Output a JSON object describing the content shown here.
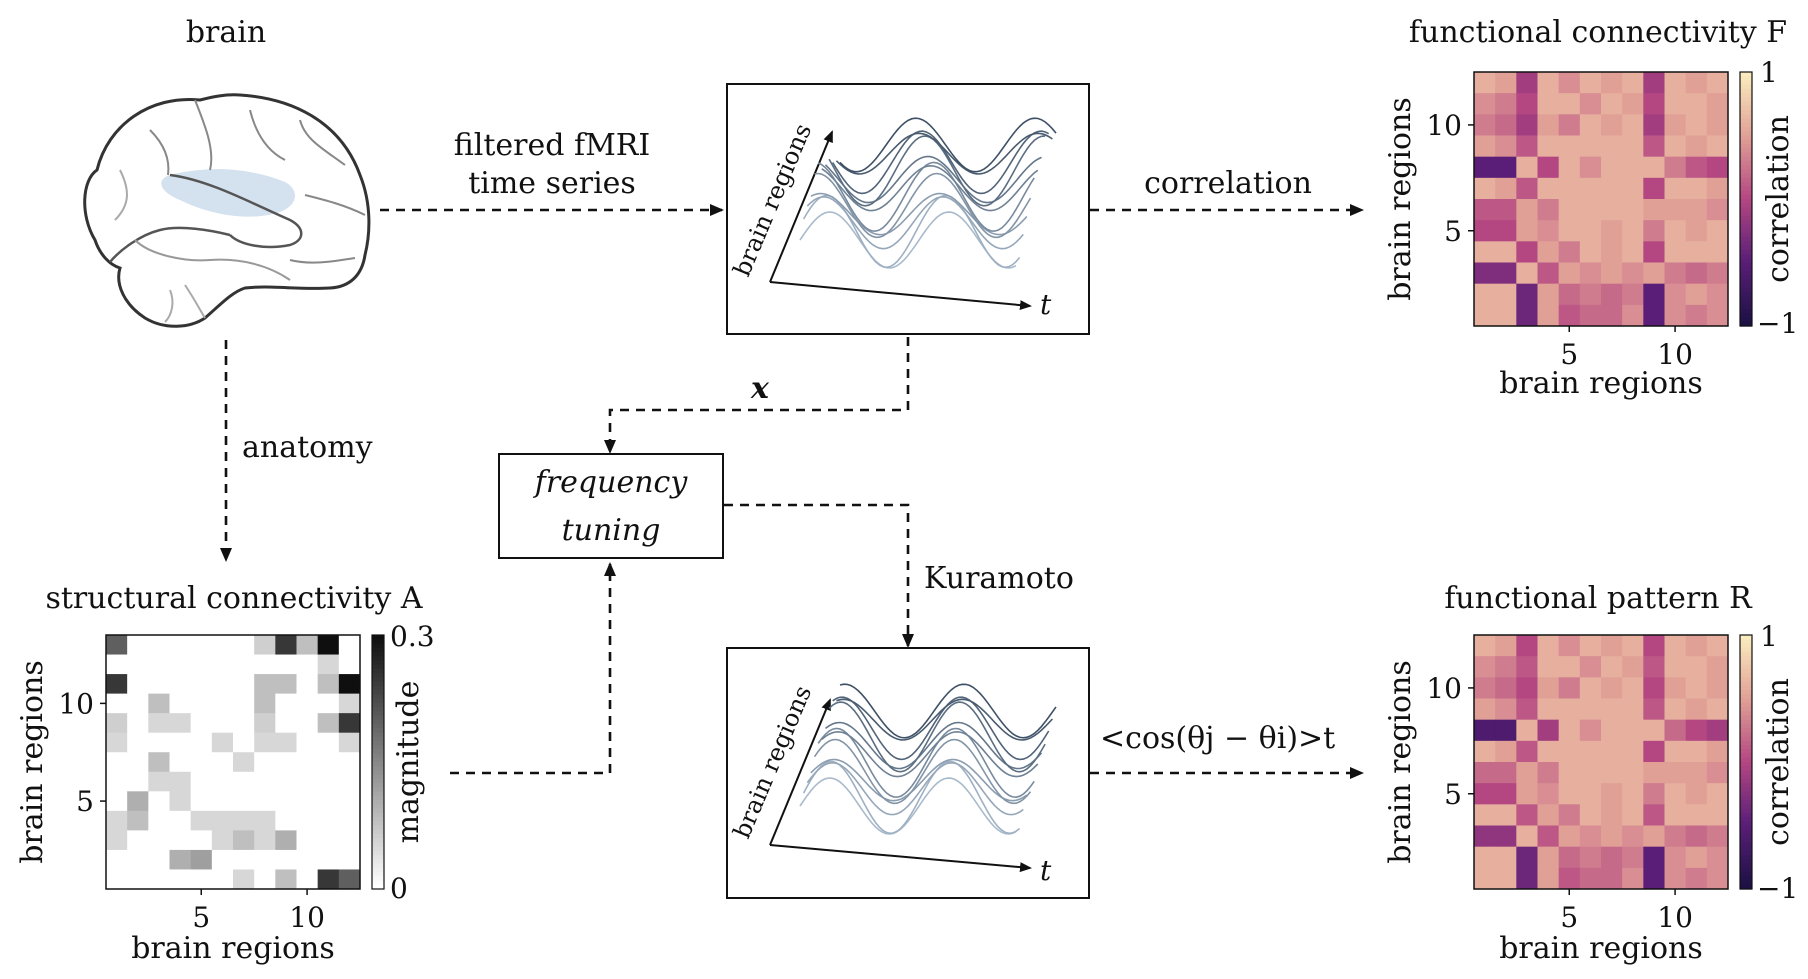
{
  "brain": {
    "title": "brain"
  },
  "edges": {
    "filtered": {
      "line1": "filtered fMRI",
      "line2": "time series"
    },
    "correlation": "correlation",
    "anatomy": "anatomy",
    "x": "x",
    "kuramoto": "Kuramoto",
    "cos_label": "<cos(θj − θi)>t"
  },
  "timeseries_top": {
    "ylabel": "brain regions",
    "xlabel": "t"
  },
  "timeseries_bottom": {
    "ylabel": "brain regions",
    "xlabel": "t"
  },
  "tuning_box": {
    "line1": "frequency",
    "line2": "tuning"
  },
  "colors": {
    "arrow": "#111111",
    "brain_outline": "#333333",
    "brain_sulci": "#888888",
    "brain_highlight": "#c9d9ea",
    "trace_dark": "#3f5166",
    "trace_light": "#a8bacb"
  },
  "chart_data": [
    {
      "type": "heatmap",
      "title": "functional connectivity F",
      "xlabel": "brain regions",
      "ylabel": "brain regions",
      "xticks": [
        "5",
        "10"
      ],
      "yticks": [
        "5",
        "10"
      ],
      "colorbar": {
        "label": "correlation",
        "min": "−1",
        "max": "1",
        "vmin": -1,
        "vmax": 1,
        "colormap": "magma"
      },
      "values": [
        [
          0.6,
          0.5,
          -0.1,
          0.6,
          0.4,
          0.6,
          0.5,
          0.6,
          -0.1,
          0.6,
          0.5,
          0.6
        ],
        [
          0.4,
          0.3,
          0.0,
          0.6,
          0.6,
          0.4,
          0.6,
          0.5,
          0.0,
          0.6,
          0.6,
          0.5
        ],
        [
          0.3,
          0.2,
          -0.1,
          0.5,
          0.3,
          0.6,
          0.5,
          0.6,
          -0.1,
          0.5,
          0.6,
          0.5
        ],
        [
          0.5,
          0.4,
          0.1,
          0.6,
          0.6,
          0.6,
          0.6,
          0.6,
          0.1,
          0.6,
          0.5,
          0.6
        ],
        [
          -0.5,
          -0.5,
          0.6,
          0.0,
          0.6,
          0.4,
          0.6,
          0.6,
          0.6,
          0.3,
          0.1,
          0.0
        ],
        [
          0.6,
          0.5,
          0.1,
          0.6,
          0.6,
          0.6,
          0.6,
          0.6,
          0.0,
          0.6,
          0.6,
          0.5
        ],
        [
          0.1,
          0.1,
          0.5,
          0.3,
          0.6,
          0.6,
          0.6,
          0.6,
          0.5,
          0.5,
          0.5,
          0.4
        ],
        [
          0.0,
          0.0,
          0.5,
          0.4,
          0.6,
          0.6,
          0.5,
          0.6,
          0.3,
          0.6,
          0.5,
          0.6
        ],
        [
          0.6,
          0.6,
          0.0,
          0.5,
          0.3,
          0.6,
          0.5,
          0.6,
          0.0,
          0.6,
          0.6,
          0.6
        ],
        [
          -0.3,
          -0.3,
          0.6,
          0.1,
          0.5,
          0.4,
          0.5,
          0.4,
          0.5,
          0.3,
          0.2,
          0.3
        ],
        [
          0.6,
          0.6,
          -0.4,
          0.5,
          0.2,
          0.3,
          0.2,
          0.3,
          -0.5,
          0.4,
          0.5,
          0.4
        ],
        [
          0.6,
          0.6,
          -0.4,
          0.5,
          0.1,
          0.2,
          0.2,
          0.4,
          -0.5,
          0.4,
          0.3,
          0.4
        ]
      ]
    },
    {
      "type": "heatmap",
      "title": "structural connectivity A",
      "xlabel": "brain regions",
      "ylabel": "brain regions",
      "xticks": [
        "5",
        "10"
      ],
      "yticks": [
        "5",
        "10"
      ],
      "colorbar": {
        "label": "magnitude",
        "min": "0",
        "max": "0.3",
        "vmin": 0,
        "vmax": 0.3,
        "colormap": "greys"
      },
      "values": [
        [
          0.2,
          0,
          0,
          0,
          0,
          0,
          0,
          0.06,
          0.25,
          0.08,
          0.3,
          0
        ],
        [
          0,
          0,
          0,
          0,
          0,
          0,
          0,
          0,
          0,
          0,
          0.05,
          0
        ],
        [
          0.25,
          0,
          0,
          0,
          0,
          0,
          0,
          0.08,
          0.08,
          0,
          0.08,
          0.3
        ],
        [
          0,
          0,
          0.08,
          0,
          0,
          0,
          0,
          0.08,
          0,
          0,
          0,
          0.05
        ],
        [
          0.06,
          0,
          0.05,
          0.05,
          0,
          0,
          0,
          0.06,
          0,
          0,
          0.08,
          0.25
        ],
        [
          0.05,
          0,
          0,
          0,
          0,
          0.05,
          0,
          0.05,
          0.05,
          0,
          0,
          0.05
        ],
        [
          0,
          0,
          0.08,
          0,
          0,
          0,
          0.05,
          0,
          0,
          0,
          0,
          0
        ],
        [
          0,
          0,
          0.05,
          0.05,
          0,
          0,
          0,
          0,
          0,
          0,
          0,
          0
        ],
        [
          0,
          0.1,
          0,
          0.05,
          0,
          0,
          0,
          0,
          0,
          0,
          0,
          0
        ],
        [
          0.05,
          0.08,
          0,
          0,
          0.05,
          0.05,
          0.05,
          0.05,
          0,
          0,
          0,
          0
        ],
        [
          0.05,
          0,
          0,
          0,
          0,
          0.05,
          0.08,
          0.05,
          0.1,
          0,
          0,
          0
        ],
        [
          0,
          0,
          0,
          0.1,
          0.12,
          0,
          0,
          0,
          0,
          0,
          0,
          0
        ],
        [
          0,
          0,
          0,
          0,
          0,
          0,
          0.05,
          0,
          0.08,
          0,
          0.25,
          0.2
        ]
      ]
    },
    {
      "type": "heatmap",
      "title": "functional pattern R",
      "xlabel": "brain regions",
      "ylabel": "brain regions",
      "xticks": [
        "5",
        "10"
      ],
      "yticks": [
        "5",
        "10"
      ],
      "colorbar": {
        "label": "correlation",
        "min": "−1",
        "max": "1",
        "vmin": -1,
        "vmax": 1,
        "colormap": "magma"
      },
      "values": [
        [
          0.6,
          0.5,
          0.0,
          0.6,
          0.4,
          0.6,
          0.5,
          0.6,
          0.0,
          0.6,
          0.5,
          0.6
        ],
        [
          0.4,
          0.3,
          0.1,
          0.6,
          0.6,
          0.4,
          0.6,
          0.5,
          0.1,
          0.6,
          0.6,
          0.5
        ],
        [
          0.3,
          0.2,
          0.0,
          0.5,
          0.3,
          0.6,
          0.5,
          0.6,
          0.0,
          0.5,
          0.6,
          0.5
        ],
        [
          0.5,
          0.4,
          0.1,
          0.6,
          0.6,
          0.6,
          0.6,
          0.6,
          0.1,
          0.6,
          0.5,
          0.6
        ],
        [
          -0.6,
          -0.6,
          0.6,
          -0.1,
          0.6,
          0.4,
          0.6,
          0.6,
          0.6,
          0.2,
          0.0,
          -0.1
        ],
        [
          0.6,
          0.5,
          0.1,
          0.6,
          0.6,
          0.6,
          0.6,
          0.6,
          0.0,
          0.6,
          0.6,
          0.5
        ],
        [
          0.2,
          0.2,
          0.5,
          0.3,
          0.6,
          0.6,
          0.6,
          0.6,
          0.5,
          0.5,
          0.5,
          0.4
        ],
        [
          0.0,
          0.0,
          0.5,
          0.4,
          0.6,
          0.6,
          0.5,
          0.6,
          0.3,
          0.6,
          0.5,
          0.6
        ],
        [
          0.6,
          0.6,
          0.1,
          0.5,
          0.3,
          0.6,
          0.5,
          0.6,
          0.1,
          0.6,
          0.6,
          0.6
        ],
        [
          -0.2,
          -0.2,
          0.6,
          0.1,
          0.5,
          0.4,
          0.5,
          0.4,
          0.5,
          0.3,
          0.2,
          0.3
        ],
        [
          0.6,
          0.6,
          -0.4,
          0.5,
          0.2,
          0.3,
          0.2,
          0.3,
          -0.5,
          0.4,
          0.5,
          0.4
        ],
        [
          0.6,
          0.6,
          -0.4,
          0.5,
          0.1,
          0.2,
          0.2,
          0.4,
          -0.5,
          0.4,
          0.3,
          0.4
        ]
      ]
    }
  ]
}
